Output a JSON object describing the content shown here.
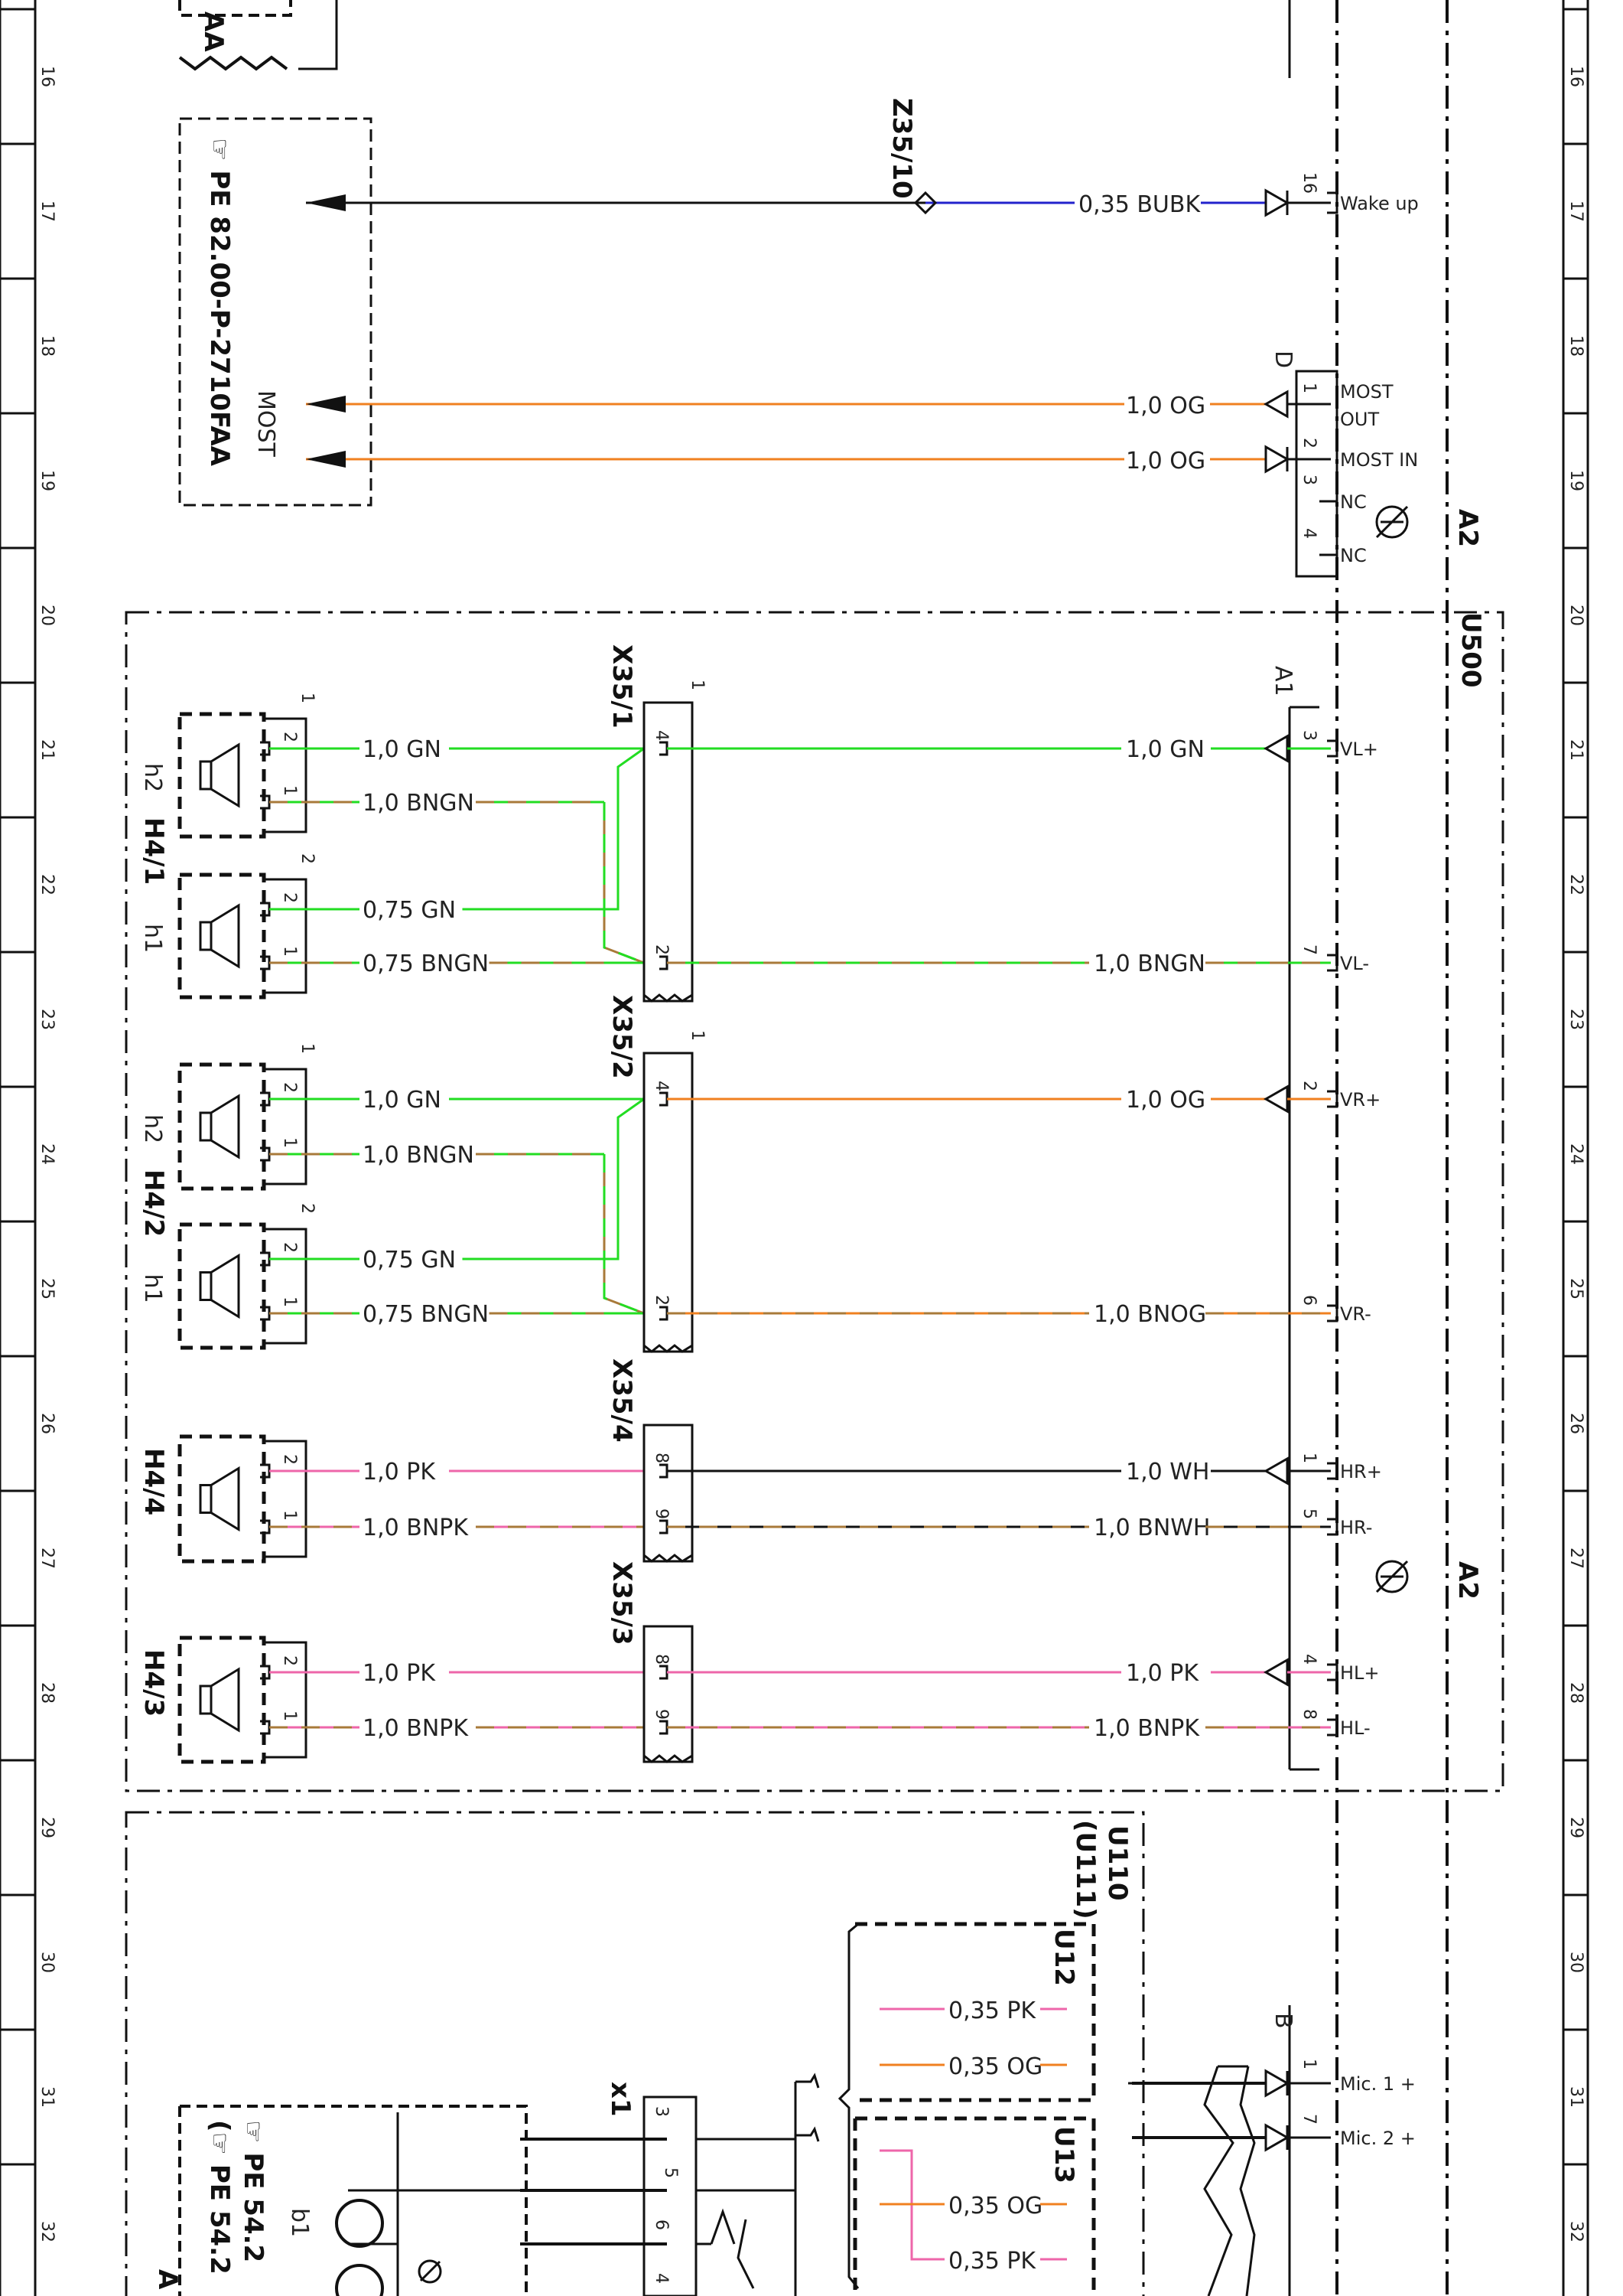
{
  "grid_rows": [
    "16",
    "17",
    "18",
    "19",
    "20",
    "21",
    "22",
    "23",
    "24",
    "25",
    "26",
    "27",
    "28",
    "29",
    "30",
    "31",
    "32"
  ],
  "colors": {
    "GN": "#22dd22",
    "OG": "#f08020",
    "PK": "#ee66aa",
    "BU": "#2222cc",
    "BK": "#111111",
    "BN": "#a87a3a",
    "WH": "#111111"
  },
  "top_block": {
    "partial_label": "AA"
  },
  "ref_pe_top": {
    "prefix": "☞ PE 82.00-P-2710FAA",
    "sublabel": "MOST"
  },
  "ground_point": {
    "label": "Z35/10"
  },
  "wake_wire": {
    "label": "0,35 BUBK",
    "pin": "16",
    "pin_label": "Wake up"
  },
  "most_connector": {
    "id": "D",
    "rows": [
      {
        "pin": "1",
        "label": "MOST OUT",
        "wire": "1,0 OG"
      },
      {
        "pin": "2",
        "label": "MOST IN",
        "wire": "1,0 OG"
      },
      {
        "pin": "3",
        "label": "NC"
      },
      {
        "pin": "4",
        "label": "NC"
      }
    ]
  },
  "unit_labels": {
    "a2_top": "A2",
    "a2_bottom": "A2",
    "u500": "U500",
    "a1": "A1",
    "u110": "U110",
    "u111": "(U111)",
    "u12": "U12",
    "u13": "U13",
    "b": "B",
    "x1": "x1",
    "b1": "b1"
  },
  "speaker_groups": [
    {
      "id": "H4/1",
      "parts": [
        {
          "sub": "h2",
          "num": "1",
          "wires": [
            {
              "pin": "2",
              "label": "1,0 GN"
            },
            {
              "pin": "1",
              "label": "1,0 BNGN"
            }
          ]
        },
        {
          "sub": "h1",
          "num": "2",
          "wires": [
            {
              "pin": "2",
              "label": "0,75 GN"
            },
            {
              "pin": "1",
              "label": "0,75 BNGN"
            }
          ]
        }
      ]
    },
    {
      "id": "H4/2",
      "parts": [
        {
          "sub": "h2",
          "num": "1",
          "wires": [
            {
              "pin": "2",
              "label": "1,0 GN"
            },
            {
              "pin": "1",
              "label": "1,0 BNGN"
            }
          ]
        },
        {
          "sub": "h1",
          "num": "2",
          "wires": [
            {
              "pin": "2",
              "label": "0,75 GN"
            },
            {
              "pin": "1",
              "label": "0,75 BNGN"
            }
          ]
        }
      ]
    },
    {
      "id": "H4/4",
      "parts": [
        {
          "wires": [
            {
              "pin": "2",
              "label": "1,0 PK"
            },
            {
              "pin": "1",
              "label": "1,0 BNPK"
            }
          ]
        }
      ]
    },
    {
      "id": "H4/3",
      "parts": [
        {
          "wires": [
            {
              "pin": "2",
              "label": "1,0 PK"
            },
            {
              "pin": "1",
              "label": "1,0 BNPK"
            }
          ]
        }
      ]
    }
  ],
  "connectors": [
    {
      "id": "X35/1",
      "num": "1",
      "pins": [
        "4",
        "2"
      ]
    },
    {
      "id": "X35/2",
      "num": "1",
      "pins": [
        "4",
        "2"
      ]
    },
    {
      "id": "X35/4",
      "pins": [
        "8",
        "9"
      ]
    },
    {
      "id": "X35/3",
      "pins": [
        "8",
        "9"
      ]
    }
  ],
  "right_wires": [
    {
      "label": "1,0 GN",
      "pin": "3",
      "pin_label": "VL+"
    },
    {
      "label": "1,0 BNGN",
      "pin": "7",
      "pin_label": "VL-"
    },
    {
      "label": "1,0 OG",
      "pin": "2",
      "pin_label": "VR+"
    },
    {
      "label": "1,0 BNOG",
      "pin": "6",
      "pin_label": "VR-"
    },
    {
      "label": "1,0 WH",
      "pin": "1",
      "pin_label": "HR+"
    },
    {
      "label": "1,0 BNWH",
      "pin": "5",
      "pin_label": "HR-"
    },
    {
      "label": "1,0 PK",
      "pin": "4",
      "pin_label": "HL+"
    },
    {
      "label": "1,0 BNPK",
      "pin": "8",
      "pin_label": "HL-"
    }
  ],
  "mic_section": {
    "u12_wires": [
      "0,35 PK",
      "0,35 OG"
    ],
    "u13_wires": [
      "0,35 OG",
      "0,35 PK"
    ],
    "x1_pins": [
      "3",
      "5",
      "6",
      "4"
    ],
    "b_pins": [
      {
        "pin": "1",
        "label": "Mic. 1 +"
      },
      {
        "pin": "7",
        "label": "Mic. 2 +"
      }
    ]
  },
  "ref_pe_bottom": {
    "line1": "☞ PE 54.2",
    "line2": "(☞ PE 54.2",
    "partial": "A"
  }
}
